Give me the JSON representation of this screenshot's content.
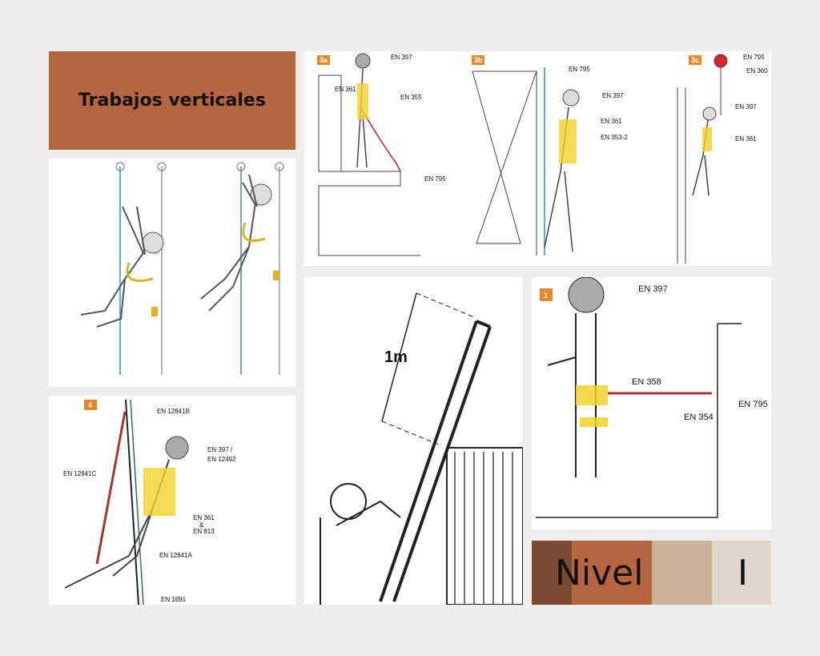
{
  "title": "Trabajos verticales",
  "panel_3a": {
    "tag": "3a",
    "labels": [
      "EN 397",
      "EN 361",
      "EN 355",
      "EN 795"
    ]
  },
  "panel_3b": {
    "tag": "3b",
    "labels": [
      "EN 795",
      "EN 397",
      "EN 361",
      "EN 353-2"
    ]
  },
  "panel_3c": {
    "tag": "3c",
    "labels": [
      "EN 795",
      "EN 360",
      "EN 397",
      "EN 361"
    ]
  },
  "panel_4": {
    "tag": "4",
    "labels": [
      "EN 12841B",
      "EN 12841C",
      "EN 397 /",
      "EN 12492",
      "EN 361",
      "&",
      "EN 813",
      "EN 12841A",
      "EN 1891"
    ]
  },
  "panel_ladder": {
    "measure": "1m"
  },
  "panel_1": {
    "tag": "1",
    "labels": [
      "EN 397",
      "EN 358",
      "EN 354",
      "EN 795"
    ]
  },
  "nivel": {
    "word": "Nivel",
    "number": "I",
    "colors": [
      "#7a4a33",
      "#b5653f",
      "#c9b19a",
      "#e1d6cc"
    ]
  }
}
